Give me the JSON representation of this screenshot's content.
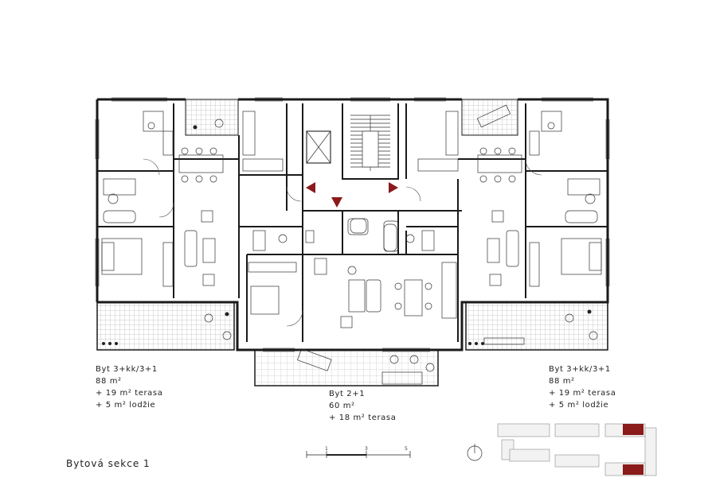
{
  "section_title": "Bytová sekce 1",
  "units": {
    "left": {
      "type": "Byt 3+kk/3+1",
      "area": "88 m²",
      "terrace": "+ 19 m² terasa",
      "loggia": "+ 5 m² lodžie"
    },
    "center": {
      "type": "Byt 2+1",
      "area": "60 m²",
      "terrace": "+ 18 m² terasa"
    },
    "right": {
      "type": "Byt 3+kk/3+1",
      "area": "88 m²",
      "terrace": "+ 19 m² terasa",
      "loggia": "+ 5 m² lodžie"
    }
  },
  "scale_bar": {
    "ticks": [
      "1",
      "3",
      "5"
    ]
  },
  "colors": {
    "accent": "#8b1a1a",
    "wall": "#1a1a1a",
    "line": "#444444"
  },
  "icons": [
    "north-arrow-icon",
    "entrance-arrow-icon",
    "key-plan-map"
  ]
}
